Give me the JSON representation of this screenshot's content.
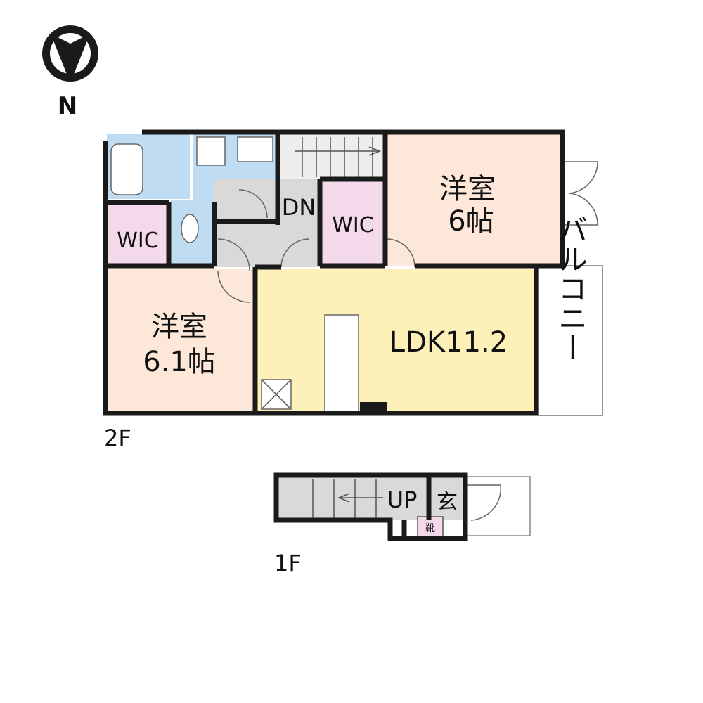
{
  "north": {
    "label": "N"
  },
  "floors": {
    "upper": {
      "label": "2F",
      "rooms": {
        "wic_left": "WIC",
        "wic_center": "WIC",
        "stair_dn": "DN",
        "bedroom_north_name": "洋室",
        "bedroom_north_size": "6帖",
        "bedroom_south_name": "洋室",
        "bedroom_south_size": "6.1帖",
        "ldk": "LDK11.2",
        "balcony": "バルコニー"
      }
    },
    "lower": {
      "label": "1F",
      "rooms": {
        "stair_up": "UP",
        "entrance": "玄",
        "shoe_box": "靴"
      }
    }
  },
  "colors": {
    "bath": "#bfdcf2",
    "wic": "#f3d9ea",
    "bedroom": "#fce7d9",
    "ldk": "#fdf0b8",
    "corridor": "#d9d9d9",
    "wall": "#1a1a1a"
  }
}
